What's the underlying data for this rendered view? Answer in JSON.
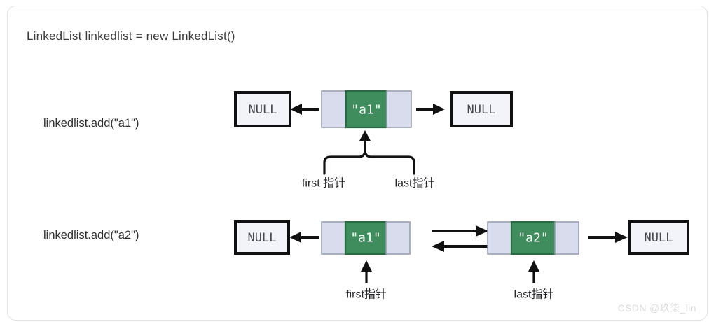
{
  "page": {
    "title_code": "LinkedList linkedlist = new LinkedList()",
    "watermark": "CSDN @玖柒_lin",
    "bg_color": "#ffffff",
    "frame_border_color": "#e3e3e5"
  },
  "colors": {
    "node_green": "#3f8d5c",
    "node_green_border": "#276b41",
    "node_side": "#d8dced",
    "node_side_border": "#9aa0b4",
    "null_fill": "#f2f4fa",
    "null_border": "#111111",
    "arrow": "#111111",
    "text": "#2f2f31",
    "watermark_color": "#dcdcdc"
  },
  "rows": [
    {
      "id": "row-add-a1",
      "label": "linkedlist.add(\"a1\")",
      "null_left": "NULL",
      "null_right": "NULL",
      "nodes": [
        {
          "value": "\"a1\""
        }
      ],
      "pointers": [
        {
          "name": "first",
          "label": "first 指针"
        },
        {
          "name": "last",
          "label": "last指针"
        }
      ],
      "brace": true
    },
    {
      "id": "row-add-a2",
      "label": "linkedlist.add(\"a2\")",
      "null_left": "NULL",
      "null_right": "NULL",
      "nodes": [
        {
          "value": "\"a1\""
        },
        {
          "value": "\"a2\""
        }
      ],
      "pointers": [
        {
          "name": "first",
          "label": "first指针"
        },
        {
          "name": "last",
          "label": "last指针"
        }
      ],
      "brace": false
    }
  ]
}
